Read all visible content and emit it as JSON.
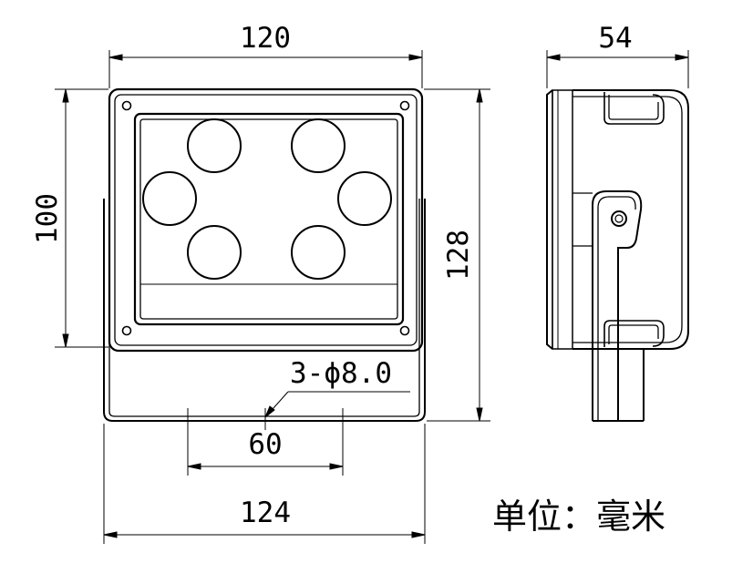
{
  "dimensions": {
    "front_width_top": "120",
    "side_depth": "54",
    "front_height": "100",
    "total_height": "128",
    "mount_holes": "3-ϕ8.0",
    "hole_spacing": "60",
    "bracket_width": "124"
  },
  "unit_label": "单位：毫米"
}
